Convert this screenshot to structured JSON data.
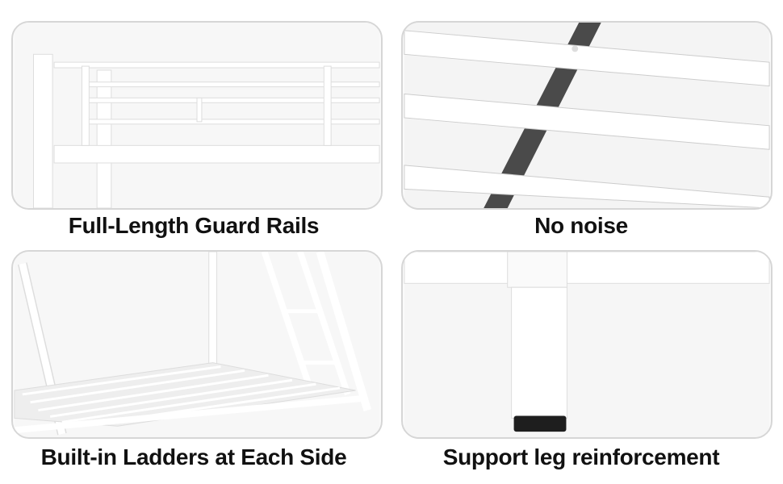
{
  "panels": [
    {
      "caption": "Full-Length Guard Rails"
    },
    {
      "caption": "No noise"
    },
    {
      "caption": "Built-in Ladders at Each Side"
    },
    {
      "caption": "Support leg reinforcement"
    }
  ]
}
